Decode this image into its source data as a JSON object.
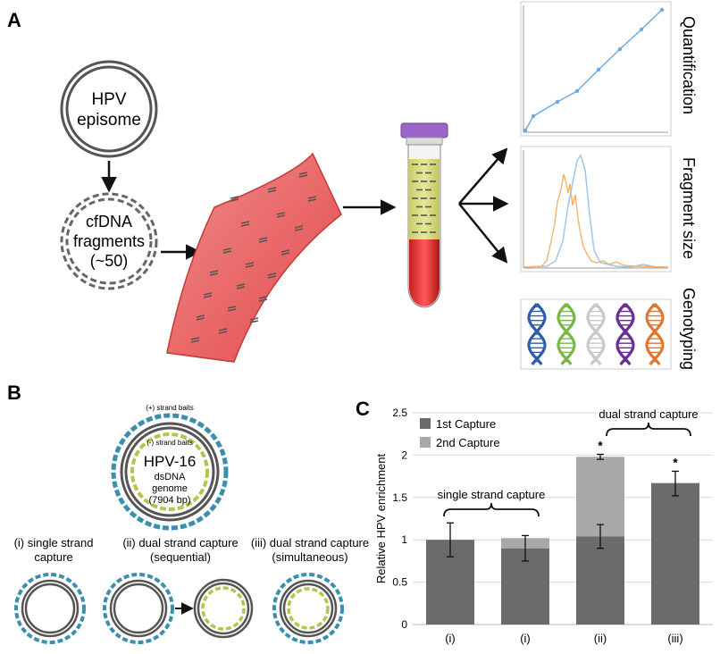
{
  "panel_a": {
    "letter": "A",
    "episome": [
      "HPV",
      "episome"
    ],
    "fragments": [
      "cfDNA",
      "fragments",
      "(~50)"
    ],
    "outputs": {
      "quantification": "Quantification",
      "fragment_size": "Fragment size",
      "genotyping": "Genotyping"
    },
    "helix_colors": [
      "#2f5ea8",
      "#7cb548",
      "#c9c9c9",
      "#6a2d91",
      "#e0772e"
    ]
  },
  "panel_b": {
    "letter": "B",
    "plus_baits": "(+) strand baits",
    "minus_baits": "(-) strand baits",
    "genome": [
      "HPV-16",
      "dsDNA",
      "genome",
      "(7904 bp)"
    ],
    "modes": [
      [
        "(i) single strand",
        "capture"
      ],
      [
        "(ii) dual strand capture",
        "(sequential)"
      ],
      [
        "(iii) dual strand capture",
        "(simultaneous)"
      ]
    ],
    "colors": {
      "plus_bait": "#3a8fb0",
      "minus_bait": "#b9c24a",
      "dna": "#555555"
    }
  },
  "panel_c": {
    "letter": "C",
    "single_label": "single strand capture",
    "dual_label": "dual strand capture"
  },
  "chart_data": {
    "type": "bar",
    "stacked": true,
    "categories": [
      "(i)",
      "(i)",
      "(ii)",
      "(iii)"
    ],
    "ylabel": "Relative HPV enrichment",
    "ylim": [
      0,
      2.5
    ],
    "yticks": [
      "0",
      "0.5",
      "1",
      "1.5",
      "2",
      "2.5"
    ],
    "grid": true,
    "legend_position": "top-left",
    "series": [
      {
        "name": "1st Capture",
        "color": "#6b6b6b",
        "values": [
          1.0,
          0.9,
          1.04,
          1.67
        ]
      },
      {
        "name": "2nd Capture",
        "color": "#a8a8a8",
        "values": [
          0,
          0.12,
          0.94,
          0
        ]
      }
    ],
    "error_bars": [
      {
        "low": 0.8,
        "high": 1.2
      },
      {
        "low": 0.75,
        "high": 1.05
      },
      {
        "low": 0.9,
        "high": 1.18
      },
      {
        "low": 1.52,
        "high": 1.81
      }
    ],
    "upper_error_bars": [
      null,
      null,
      {
        "low": 1.95,
        "high": 2.01
      },
      null
    ],
    "significance": [
      "",
      "",
      "*",
      "*"
    ]
  }
}
